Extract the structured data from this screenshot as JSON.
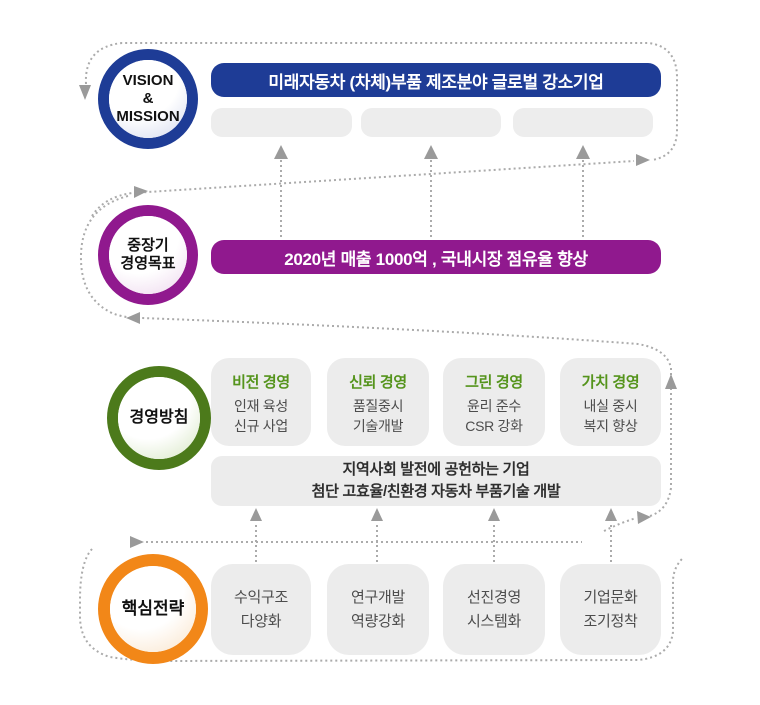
{
  "palette": {
    "navy": "#1e3c96",
    "purple": "#90198e",
    "green": "#4c7a1b",
    "green-text": "#55941c",
    "orange": "#f28718",
    "box": "#ececec",
    "connector": "#ababab",
    "arrow": "#9a9a9a"
  },
  "sections": [
    {
      "id": "vision-mission",
      "circle_label": "VISION\n&\nMISSION",
      "banner": "미래자동차 (차체)부품 제조분야 글로벌 강소기업",
      "placeholder_count": 3
    },
    {
      "id": "midterm-goal",
      "circle_label": "중장기\n경영목표",
      "banner": "2020년 매출 1000억 , 국내시장 점유율 향상"
    },
    {
      "id": "management-policy",
      "circle_label": "경영방침",
      "cards": [
        {
          "title": "비전 경영",
          "lines": "인재 육성\n신규 사업"
        },
        {
          "title": "신뢰 경영",
          "lines": "품질중시\n기술개발"
        },
        {
          "title": "그린 경영",
          "lines": "윤리 준수\nCSR 강화"
        },
        {
          "title": "가치 경영",
          "lines": "내실 중시\n복지 향상"
        }
      ],
      "wide_box": "지역사회 발전에 공헌하는 기업\n첨단 고효율/친환경 자동차 부품기술 개발"
    },
    {
      "id": "core-strategy",
      "circle_label": "핵심전략",
      "cards": [
        {
          "lines": "수익구조\n다양화"
        },
        {
          "lines": "연구개발\n역량강화"
        },
        {
          "lines": "선진경영\n시스템화"
        },
        {
          "lines": "기업문화\n조기정착"
        }
      ]
    }
  ]
}
